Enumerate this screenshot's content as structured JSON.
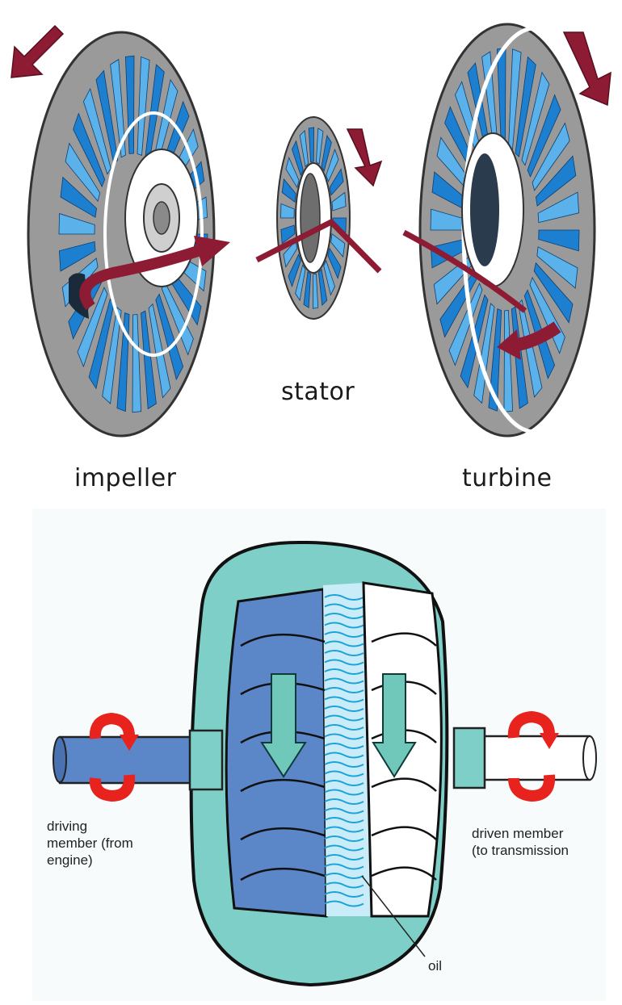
{
  "top": {
    "labels": {
      "impeller": "impeller",
      "stator": "stator",
      "turbine": "turbine"
    }
  },
  "bottom": {
    "labels": {
      "driving_line1": "driving",
      "driving_line2": "member (from",
      "driving_line3": "engine)",
      "driven_line1": "driven member",
      "driven_line2": "(to transmission",
      "oil": "oil"
    }
  },
  "colors": {
    "blade_blue": "#1c7fd0",
    "blade_light": "#5bb2ea",
    "rim_gray": "#9a9a9a",
    "arrow_maroon": "#8e1b34",
    "housing_teal": "#7ecfc7",
    "impeller_blue": "#5b87c9",
    "rotation_red": "#e8221c",
    "flow_teal": "#6fc8ba"
  }
}
